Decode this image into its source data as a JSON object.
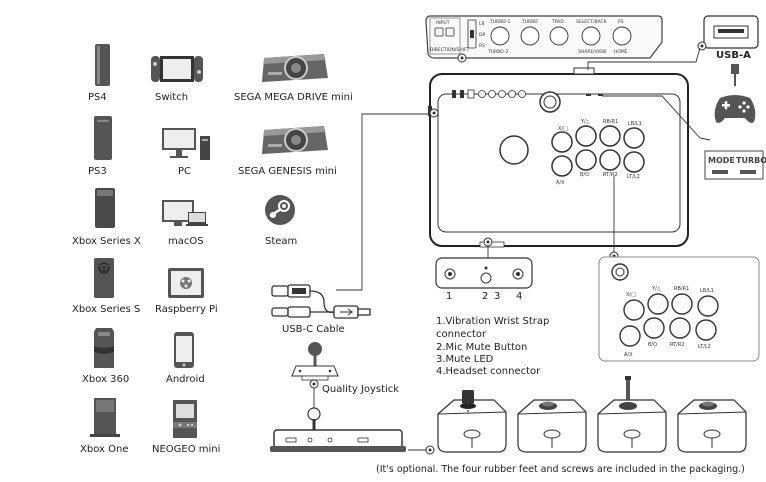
{
  "platforms": [
    {
      "label": "PS4"
    },
    {
      "label": "Switch"
    },
    {
      "label": "SEGA MEGA DRIVE mini"
    },
    {
      "label": "PS3"
    },
    {
      "label": "PC"
    },
    {
      "label": "SEGA GENESIS mini"
    },
    {
      "label": "Xbox Series X"
    },
    {
      "label": "macOS"
    },
    {
      "label": "Steam"
    },
    {
      "label": "Xbox Series S"
    },
    {
      "label": "Raspberry Pi"
    },
    {
      "label": "Xbox 360"
    },
    {
      "label": "Android"
    },
    {
      "label": "Xbox One"
    },
    {
      "label": "NEOGEO mini"
    }
  ],
  "top_panel": {
    "buttons": [
      "INPUT",
      "TURBO-1",
      "TURBO",
      "TPAD",
      "SELECT/BACK",
      "PS"
    ],
    "sub_labels": [
      "DIRECTION/SHIFT",
      "TURBO-2",
      "",
      "",
      "SHARE/VIEW",
      "HOME"
    ],
    "switch_labels": [
      "LS",
      "DP",
      "RS"
    ]
  },
  "usb_a": {
    "label": "USB-A"
  },
  "mode_turbo": {
    "mode": "MODE",
    "turbo": "TURBO"
  },
  "main_buttons": {
    "top_row": [
      "Y/△",
      "RB/R1",
      "LB/L1"
    ],
    "left": "X/□",
    "bottom_row": [
      "B/O",
      "RT/R2",
      "LT/L2"
    ],
    "bottom_left": "A/X"
  },
  "detail_buttons": {
    "top_row": [
      "Y/△",
      "RB/R1",
      "LB/L1"
    ],
    "left": "X/□",
    "bottom_row": [
      "B/O",
      "RT/R2",
      "LT/L2"
    ],
    "bottom_left": "A/X"
  },
  "connector": {
    "numbers": [
      "1",
      "2",
      "3",
      "4"
    ],
    "legend": [
      "1.Vibration Wrist Strap",
      "connector",
      "2.Mic Mute Button",
      "3.Mute LED",
      "4.Headset connector"
    ]
  },
  "usb_c": {
    "label": "USB-C Cable"
  },
  "joystick": {
    "label": "Quality Joystick"
  },
  "footnote": "(It's optional. The four rubber feet and screws are included in the packaging.)"
}
